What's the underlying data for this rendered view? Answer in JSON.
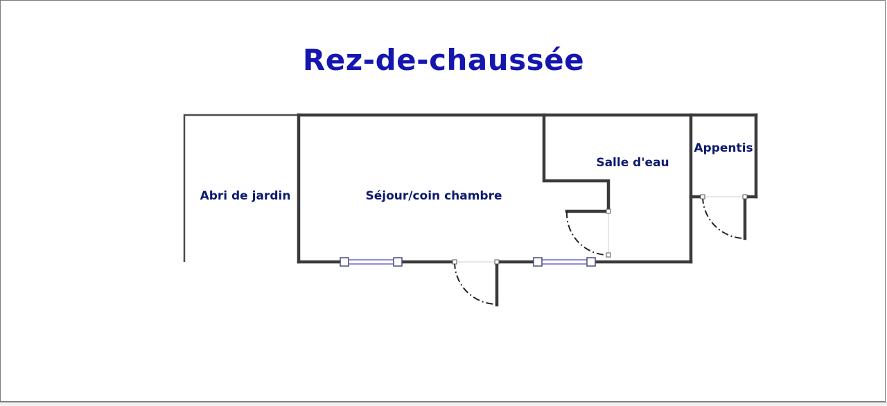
{
  "title": "Rez-de-chaussée",
  "rooms": {
    "garden_shed": "Abri de jardin",
    "living_bedroom": "Séjour/coin chambre",
    "shower_room": "Salle d'eau",
    "lean_to": "Appentis"
  },
  "colors": {
    "title": "#1515b0",
    "labels": "#0d1a6e",
    "walls": "#3a3a3a",
    "windows": "#6a6ad0"
  }
}
